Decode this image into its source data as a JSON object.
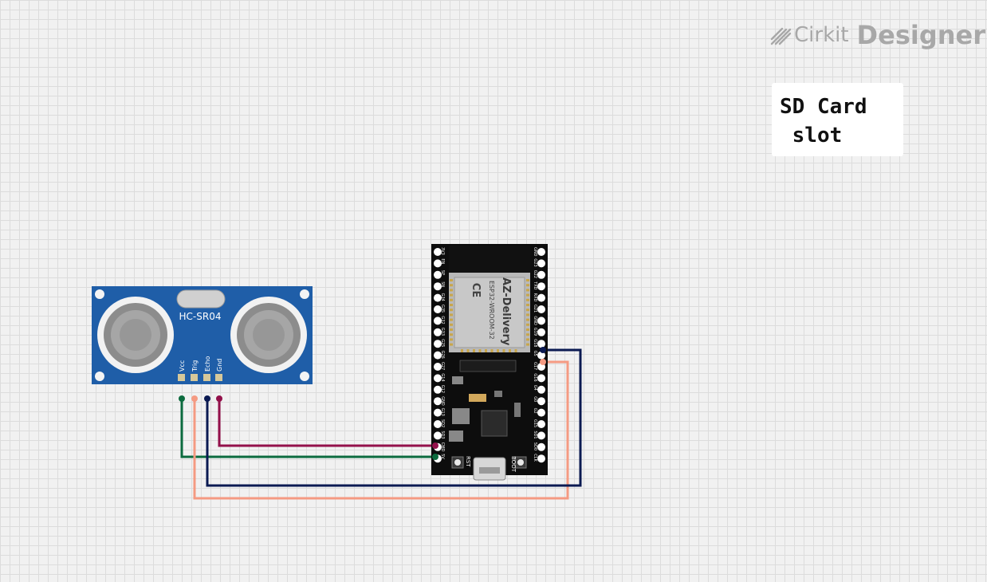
{
  "app": {
    "brand": "Cirkit",
    "product": "Designer"
  },
  "note": {
    "text": "SD Card\n slot"
  },
  "sensor": {
    "label": "HC-SR04",
    "pins": [
      "Vcc",
      "Trig",
      "Echo",
      "Gnd"
    ]
  },
  "board": {
    "module_brand": "AZ-Delivery",
    "module_name": "ESP32-WROOM-32",
    "left_pins": [
      "3V3",
      "EN",
      "SP",
      "SN",
      "G34",
      "G35",
      "G32",
      "G33",
      "G25",
      "G26",
      "G27",
      "G14",
      "G12",
      "GND",
      "G13",
      "SD2",
      "SD3",
      "CMD",
      "5V"
    ],
    "right_pins": [
      "GND",
      "G23",
      "G22",
      "TXD",
      "RXD",
      "G21",
      "GND",
      "G19",
      "G18",
      "G5",
      "G17",
      "G16",
      "G4",
      "G0",
      "G2",
      "G15",
      "SD1",
      "SD0",
      "CLK"
    ],
    "rst_label": "RST",
    "boot_label": "BOOT"
  },
  "wires": [
    {
      "from": "HC-SR04 Vcc",
      "to": "ESP32 5V",
      "color": "#0c6b3e"
    },
    {
      "from": "HC-SR04 Trig",
      "to": "ESP32 G5",
      "color": "#f59a82"
    },
    {
      "from": "HC-SR04 Echo",
      "to": "ESP32 G18",
      "color": "#0b1a52"
    },
    {
      "from": "HC-SR04 Gnd",
      "to": "ESP32 GND",
      "color": "#93104a"
    }
  ],
  "colors": {
    "sensor_board": "#1f5ea8",
    "esp_board": "#0d0d0d",
    "logo": "#a8a8a8"
  }
}
